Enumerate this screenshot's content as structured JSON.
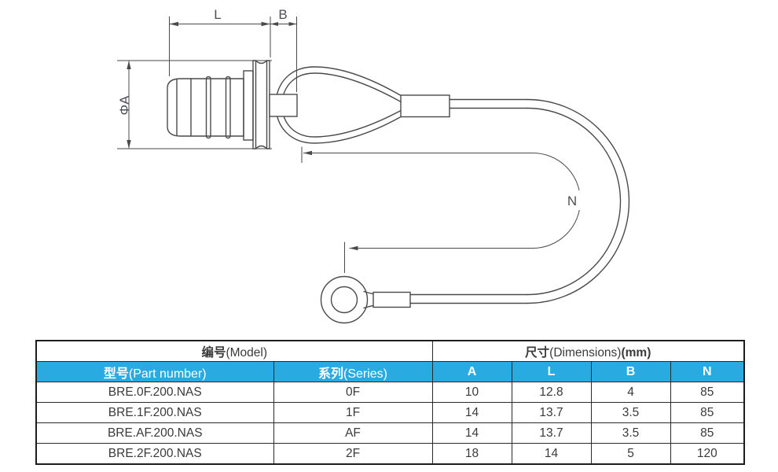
{
  "drawing": {
    "dim_labels": {
      "length": "L",
      "flange": "B",
      "diameter": "ΦA",
      "cable": "N"
    }
  },
  "table": {
    "group_headers": {
      "model_zh": "编号",
      "model_en": "(Model)",
      "dimensions_zh": "尺寸",
      "dimensions_en": "(Dimensions)",
      "dimensions_unit": "(mm)"
    },
    "column_headers": {
      "part_number_zh": "型号",
      "part_number_en": "(Part number)",
      "series_zh": "系列",
      "series_en": "(Series)",
      "a": "A",
      "l": "L",
      "b": "B",
      "n": "N"
    },
    "rows": [
      {
        "part_number": "BRE.0F.200.NAS",
        "series": "0F",
        "a": "10",
        "l": "12.8",
        "b": "4",
        "n": "85"
      },
      {
        "part_number": "BRE.1F.200.NAS",
        "series": "1F",
        "a": "14",
        "l": "13.7",
        "b": "3.5",
        "n": "85"
      },
      {
        "part_number": "BRE.AF.200.NAS",
        "series": "AF",
        "a": "14",
        "l": "13.7",
        "b": "3.5",
        "n": "85"
      },
      {
        "part_number": "BRE.2F.200.NAS",
        "series": "2F",
        "a": "18",
        "l": "14",
        "b": "5",
        "n": "120"
      }
    ]
  },
  "colors": {
    "accent_blue": "#29ABE2",
    "line": "#4a4a4c",
    "table_border": "#1c1c1c",
    "text": "#3a3a3a"
  }
}
